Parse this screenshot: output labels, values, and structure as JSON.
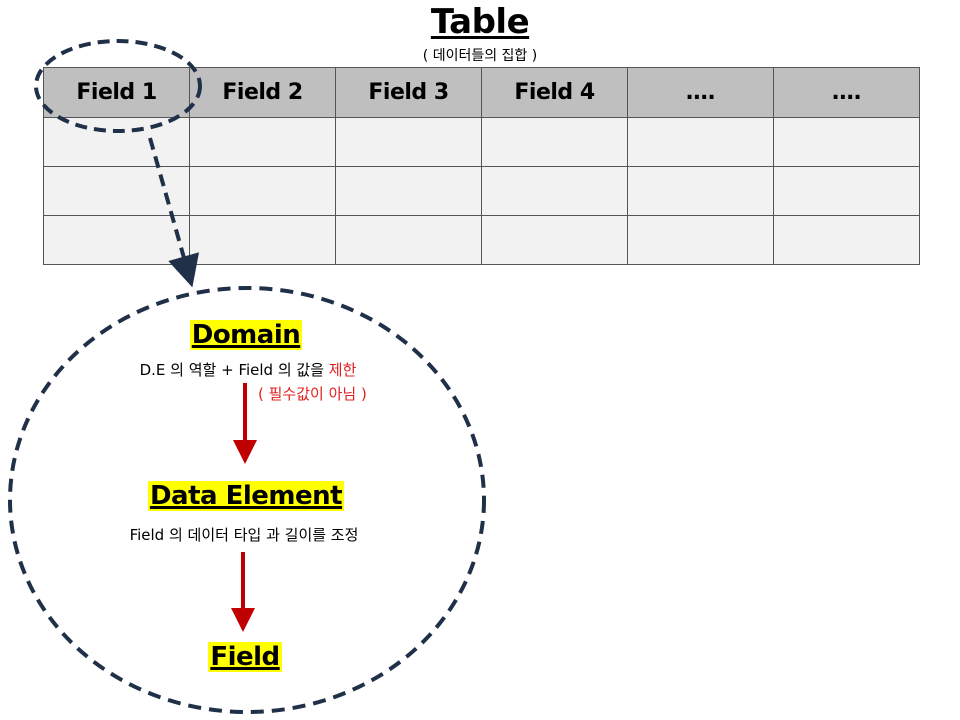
{
  "title": "Table",
  "subtitle": "( 데이터들의 집합 )",
  "table": {
    "headers": [
      "Field 1",
      "Field 2",
      "Field 3",
      "Field 4",
      "….",
      "…."
    ],
    "rows": [
      [
        "",
        "",
        "",
        "",
        "",
        ""
      ],
      [
        "",
        "",
        "",
        "",
        "",
        ""
      ],
      [
        "",
        "",
        "",
        "",
        "",
        ""
      ]
    ]
  },
  "diagram": {
    "domain": {
      "label": "Domain",
      "desc_main": "D.E 의 역할 + Field 의 값을 ",
      "desc_emph": "제한",
      "note": "( 필수값이 아님 )"
    },
    "data_element": {
      "label": "Data Element",
      "desc": "Field 의 데이터 타입 과 길이를 조정"
    },
    "field": {
      "label": "Field"
    }
  },
  "colors": {
    "highlight": "#ffff00",
    "dashed_outline": "#1f3048",
    "arrow": "#c00000",
    "emphasis_text": "#e02020",
    "header_fill": "#bfbfbf",
    "cell_fill": "#f2f2f2"
  }
}
